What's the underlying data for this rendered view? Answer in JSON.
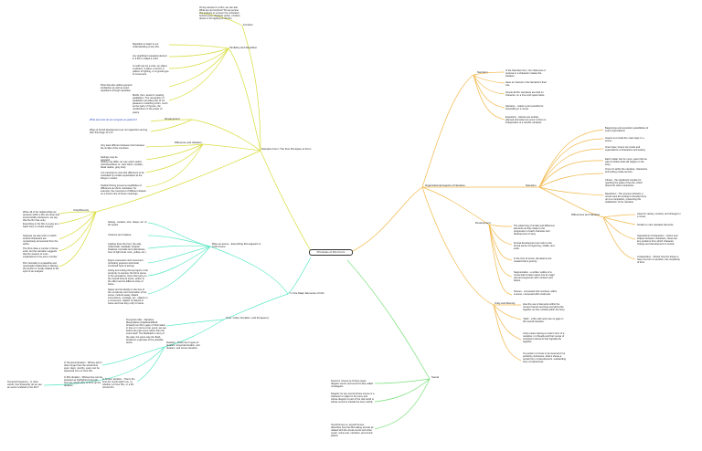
{
  "root": "Principles of Film Form",
  "branches": {
    "left_top": "Narrative Form: The Five Principles of Form",
    "left_bottom": "4. Five Major Elements of Film",
    "right_top": "Organizational Aspects of Narrative",
    "right_bottom": "Sound"
  },
  "nodes": {
    "function": "Function",
    "function_text": "Of any element in a film, we can ask: What are its functions? Do we pursue this analysis to uncover the motivation behind every character action, incident, device in the lighting of the film.",
    "similarity": "Similarity and Repetition",
    "sim_1": "Repetition is basic to our understanding of any film.",
    "sim_2": "Any significant repeated element in a film is called a motif.",
    "sim_3": "A motif may be a color, an object, a passion, a place, a sound, a pattern of lighting, or a typical type of movement.",
    "sim_4": "Plots that also utilizes general similarities as well as exact repetitions through repetition.",
    "sim_5": "Motifs, then, assist in creating parallelism. The recognition of parallelism provides part of our pleasure in watching a film, much as the parts of rhymes, the recollections to the power of poetry.",
    "development": "Development",
    "dev_1": "What elements do we recognize as patterns?",
    "dev_2": "Ways of formal development are not organizers among their first Page 171-72",
    "difference": "Difference and Variation",
    "diff_1": "Very least different between their between the similar of the members.",
    "diff_2": "Settings may be opposed.",
    "diff_3": "Variety may differ, as may colors (warm colors/sunshine vs. cold, silent, moodier, bleak realize, gray tints).",
    "diff_4": "It is important to note that difference to be motivated by similar expectations at the things in motion.",
    "diff_5": "Stylistic filming proved a possibilities of difference as shot's motivation; for example, the movement of different shapes on a screen line of frame meanings.",
    "unity": "Unity/Disunity",
    "unity_1": "When all of the relationships we perceive within a film are clear and economically interwoven, we say that the film has unity.",
    "unity_2": "Everything in the film is a way at a basic story to create integrity.",
    "unity_3": "Suppose we saw a film in which several characters are mysteriously announced from the action.",
    "unity_4": "The films raise a number of loose ends, but the narration suggests that the viewers of more explanations to be just a number.",
    "unity_5": "Plot minimally is a plausible and meaningful relationship is filtering the tension is mostly related to the spirit of an analysis.",
    "mise": "Mise-en-scene - Everything that appears in a film frame",
    "mise_1": "Setting - location, size, shape, etc. of the space",
    "mise_2": "Costume and makeup",
    "mise_3": "Lighting (how the front, the side, underneath, backlight, brighter shadows, low-fade and unkindness, hour of light tonal, toxic, yellow, etc.)",
    "mise_4": "Figure expression and movement (including gestures and facial, combined style of acting)",
    "mise_5": "Acting and cutting the key figure in the proximity to camera; the film's sense or the sensations, focus that carry on the overall cinema scene, action to the effect and its different sizes of frame.",
    "mise_6": "Space and its identity to the fore of the complexity and incarnation of the scene, motions away, distant conventions, montage, etc., objects in a movement, relation of objects to frame and how they unify in frame.",
    "time": "Time: Order, Duration, and Frequency",
    "time_1": "Temporal order - Narrative Manipulation (Flashback/flash forward) can fill in gaps of information in time or in terms of an event; we see before the past event rather than the event itself. The flashback is story of the past, the same way the flash-forward is a glimpse of the possible future.",
    "time_2": "Duration - There are 3 types of duration: temporal duration, plot duration, and screen duration.",
    "time_3": "In Temporal duration - Whose plot is often longer than the actual time span: days, months, years can be squeezed into a 2 hour film.",
    "time_4": "In Plot duration - Whose time can be selected as highlighted intervals from the whole story to fill to up the duration.",
    "time_5": "In Screen duration - That is the time the movie itself runs, i.e. whether a 2 hour film, or a 90-minute film.",
    "time_6": "Temporal frequency - In other words, how frequently do we see an event rendered in the film?",
    "nar_1": "In the Narrative form, the initial sets of purpose in a character creates the situation.",
    "nar_2": "Have an interest in the Narrative's final role.",
    "nar_3": "Almost all film narratives are built on character, on a time and space basis.",
    "nar_4": "Narrative - makes a plot possible for storytelling in a movie.",
    "nar_5": "Expository - Movies are entirely planned and what can occur in them is independent of a real life narrative.",
    "narration": "Narration",
    "nar_6": "Beginnings and exposition possibilities of event expectations.",
    "nar_7": "Goal is to provide the main ways in a scene.",
    "nar_8": "Once have 'rooms' as novels and expectations of characters and setting.",
    "nar_9": "Each reader can be move, pace that we want to follow what will happen in the story.",
    "nar_10": "Once it's within the narrative, characters and setting create tension.",
    "nar_11": "Climax - the significant impulse for reaching the peak of the plot, which drives the other resolutions.",
    "nar_12": "Resolution - The process whereby a movie uses the ending to develop story up to a completion, presenting the satisfaction of the narrative.",
    "diffs": "Differences and Variation",
    "diffs_1": "Used for variety, contrast, and changes in a movie.",
    "diffs_2": "Similar to main repeated elements.",
    "diffs_3": "Oppositions of characters - Colors and shapes between characters, these are key positions from which character change and development is central.",
    "diffs_4": "Juxtaposition - Shows how the things in have one form to another, the complexity of form.",
    "development2": "Development",
    "dev2_1": "The patterning of similar and difference elements as they relate to the progression of each character and development of story.",
    "dev2_2": "Formal development can refer to the formal sense of beginning, middle, and ends.",
    "dev2_3": "In the intro of scene, all patterns are created that is journey.",
    "dev2_4": "Segmentation - a written outline of a movie that's broken down into its major part and segments with numbers and letters.",
    "dev2_5": "Scenes - connected with numbers; within a scene, connected with small sets.",
    "unity2": "Unity and Disunity",
    "unity2_1": "How the use of elements within the movie's frames and how everything fits together as time unfolds within the story.",
    "unity2_2": "'Tight' - a film with unity has no gaps in the overall narrative.",
    "unity2_3": "Unity means having a movie's form of a narrative: no threads and their sense of consistent elements that logically fits together.",
    "unity2_4": "If a section of movie is removed and it is perfectly continuous, what it shows a certain form of development, outstanding story completeness.",
    "sound_1": "Sound in cinema is of three types: diegetic sound, and sound is also called nondiegetic.",
    "sound_2": "Diegetic (or any sound whose source is a character or object in the story and whose diegetic is part of the real world or whose sound is outside the story world).",
    "sound_3": "Synchronous vs. asynchronous - describes how the filmmaking sounds as related with the visual events and what music, voice-over, narration, and sound effects."
  }
}
